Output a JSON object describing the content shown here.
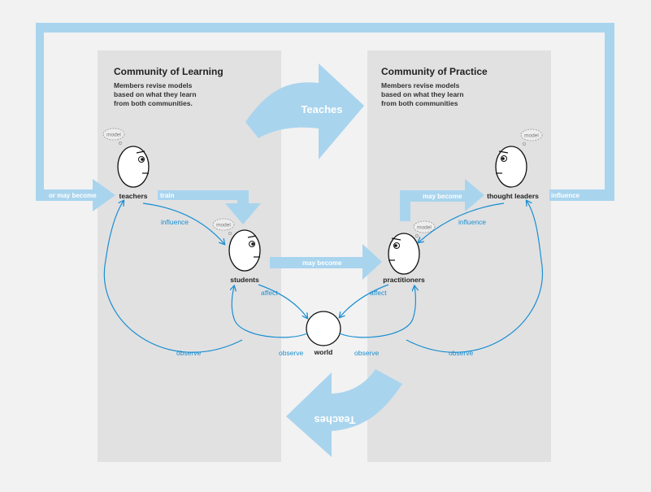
{
  "left": {
    "title": "Community of Learning",
    "description": [
      "Members revise models",
      "based on what they learn",
      "from both communities."
    ]
  },
  "right": {
    "title": "Community of Practice",
    "description": [
      "Members revise models",
      "based on what they learn",
      "from both communities"
    ]
  },
  "arrows": {
    "teaches_top": "Teaches",
    "teaches_bottom": "Teaches",
    "or_may_become": "or may become",
    "train": "train",
    "influence_right_outer": "influence",
    "may_become_middle": "may become",
    "may_become_right": "may become"
  },
  "nodes": {
    "teachers": "teachers",
    "students": "students",
    "practitioners": "practitioners",
    "thought_leaders": "thought leaders",
    "world": "world"
  },
  "model_label": "model",
  "relations": {
    "influence_left": "influence",
    "influence_right": "influence",
    "affect_left": "affect",
    "affect_right": "affect",
    "observe_far_left": "observe",
    "observe_left": "observe",
    "observe_right": "observe",
    "observe_far_right": "observe"
  },
  "colors": {
    "background": "#f2f2f2",
    "panel": "#e1e1e2",
    "arrow_fill": "#a9d4ee",
    "relation_line": "#1a8fd0",
    "relation_text": "#1a8fd0",
    "text_dark": "#222222"
  }
}
